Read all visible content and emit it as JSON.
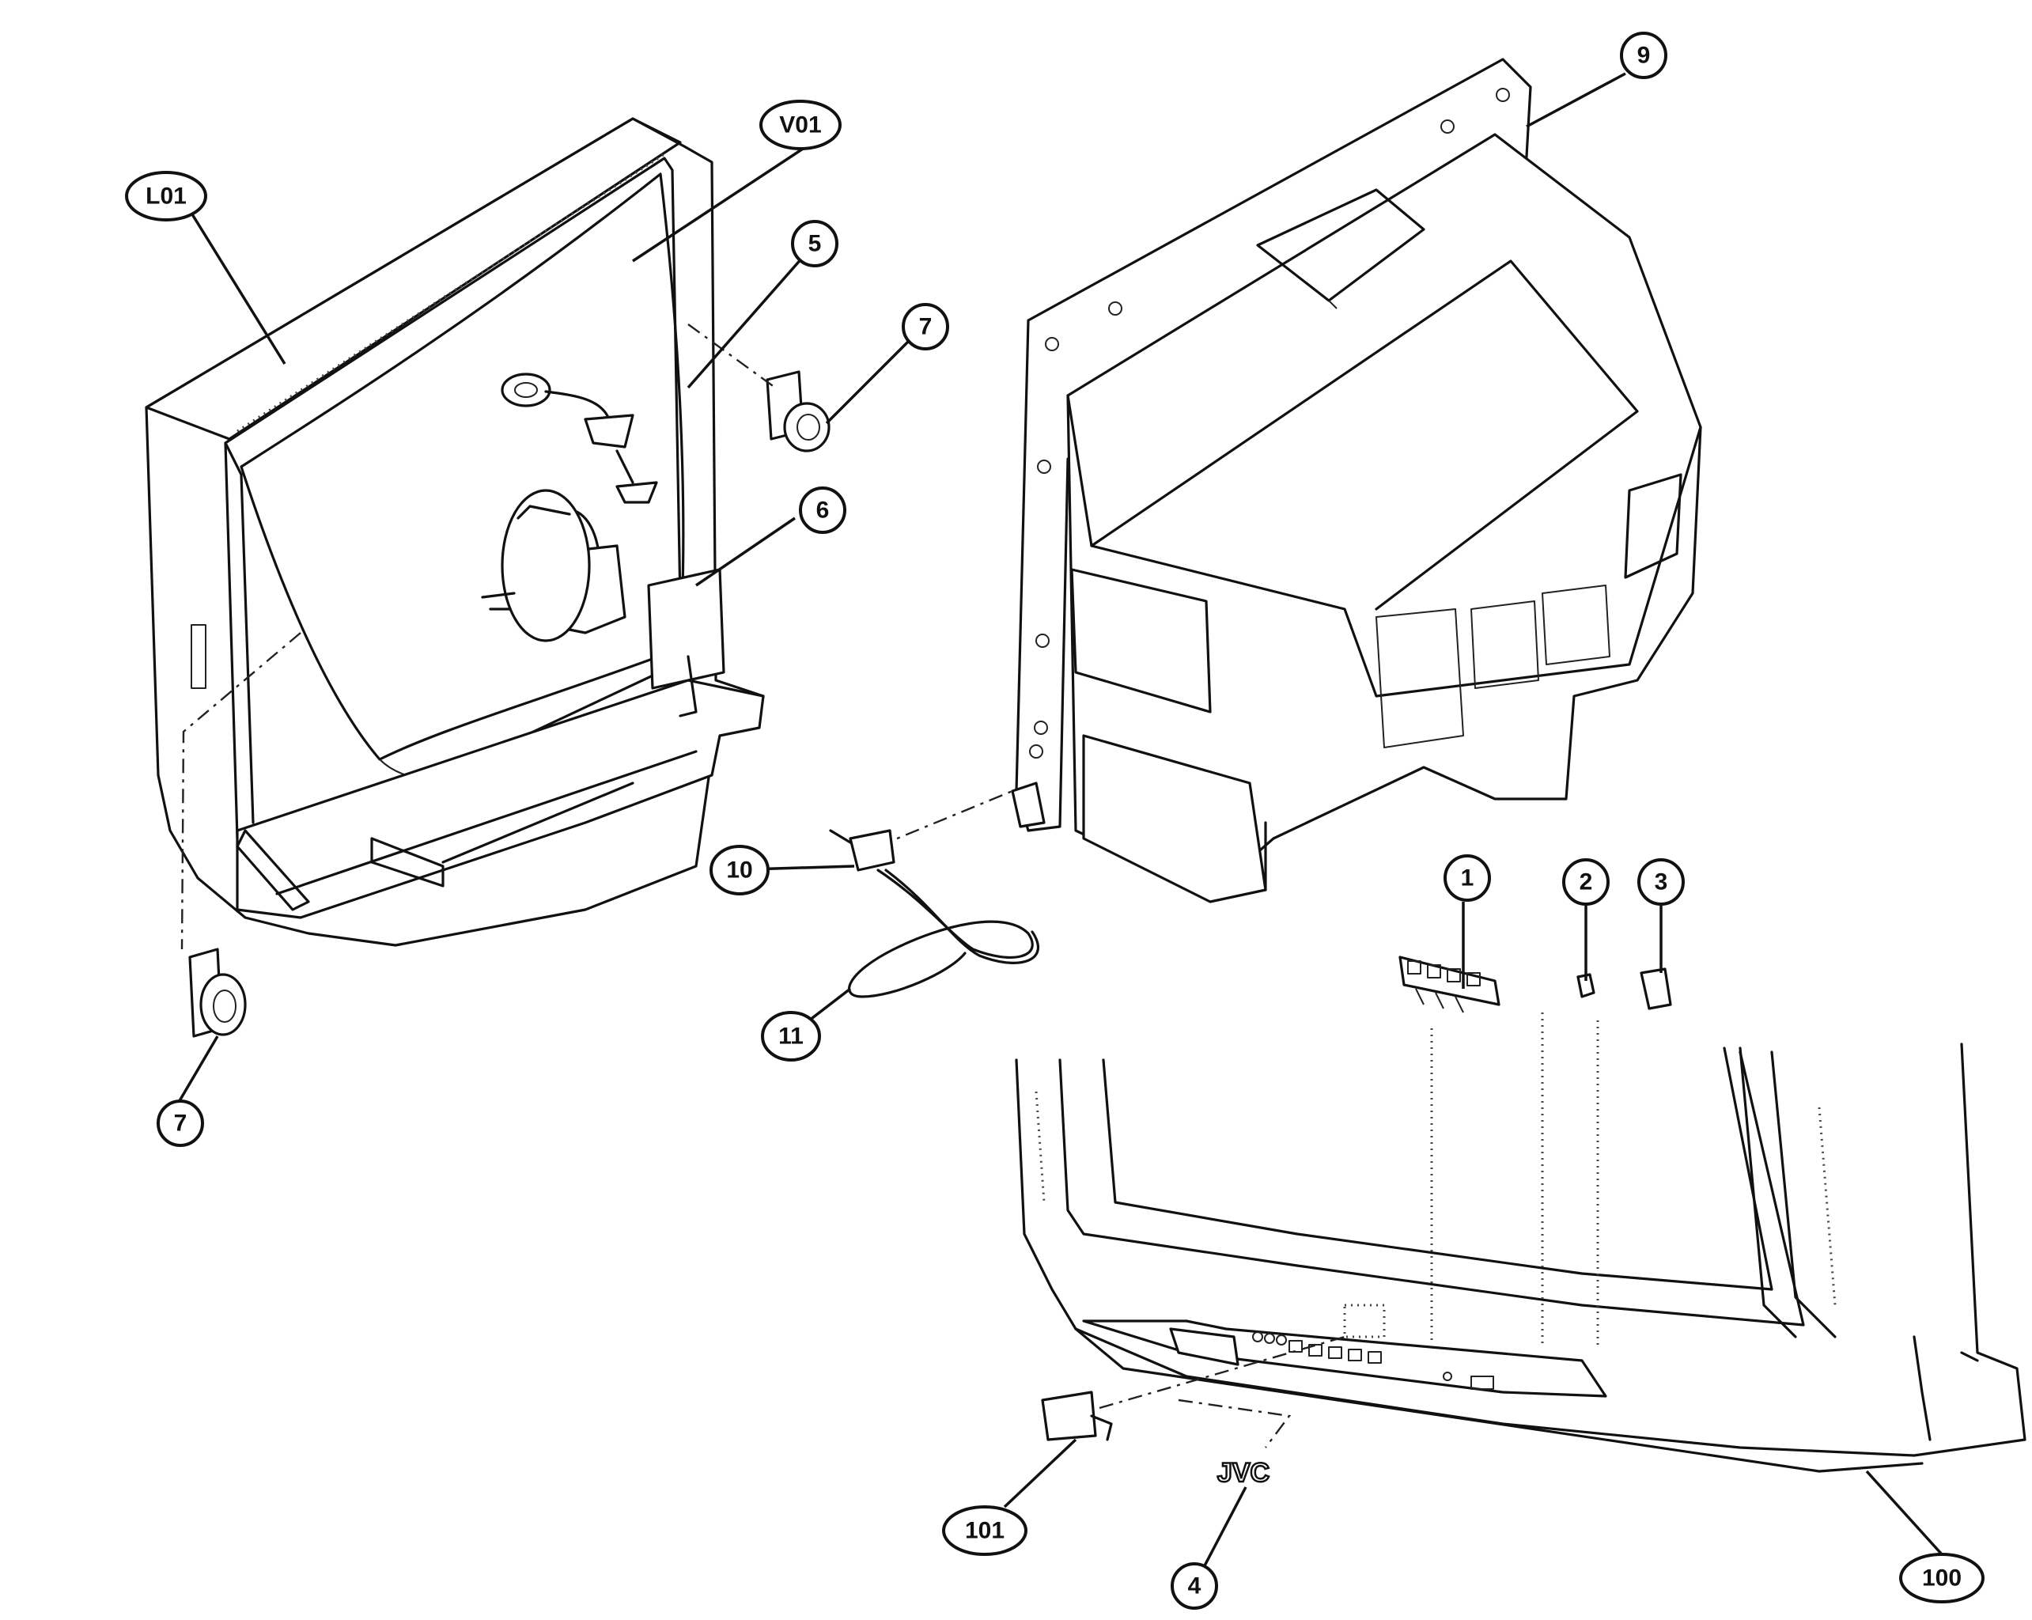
{
  "callouts": [
    {
      "id": "L01",
      "label": "L01"
    },
    {
      "id": "V01",
      "label": "V01"
    },
    {
      "id": "5",
      "label": "5"
    },
    {
      "id": "7a",
      "label": "7"
    },
    {
      "id": "6",
      "label": "6"
    },
    {
      "id": "9",
      "label": "9"
    },
    {
      "id": "10",
      "label": "10"
    },
    {
      "id": "11",
      "label": "11"
    },
    {
      "id": "7b",
      "label": "7"
    },
    {
      "id": "1",
      "label": "1"
    },
    {
      "id": "2",
      "label": "2"
    },
    {
      "id": "3",
      "label": "3"
    },
    {
      "id": "101",
      "label": "101"
    },
    {
      "id": "4",
      "label": "4"
    },
    {
      "id": "100",
      "label": "100"
    }
  ],
  "logo": {
    "text": "JVC"
  }
}
